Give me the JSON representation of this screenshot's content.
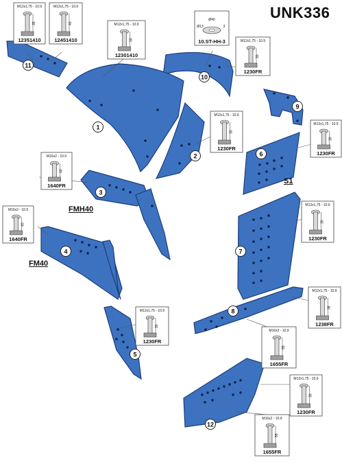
{
  "title": "UNK336",
  "codes": {
    "fmh40": "FMH40",
    "fm40": "FM40",
    "s1": "S1"
  },
  "colors": {
    "part_fill": "#3d72c0",
    "part_edge": "#1b3d78",
    "hole": "#0d1f44",
    "badge_stroke": "#222222",
    "box_stroke": "#444444"
  },
  "bolts": [
    {
      "id": "b1",
      "size": "M12x1,75 - 10.9",
      "length": "35",
      "part": "12351410"
    },
    {
      "id": "b2",
      "size": "M12x1,75 - 10.9",
      "length": "40",
      "part": "12451410"
    },
    {
      "id": "b3",
      "size": "M12x1,75 - 10.9",
      "length": "30",
      "part": "12301410"
    },
    {
      "id": "b4",
      "size": "M12x1,75 - 10.9",
      "length": "30",
      "part": "1230FR"
    },
    {
      "id": "b5",
      "size": "M12x1,75 - 10.9",
      "length": "30",
      "part": "1230FR"
    },
    {
      "id": "b6",
      "size": "M12x1,75 - 10.9",
      "length": "30",
      "part": "1230FR"
    },
    {
      "id": "b7",
      "size": "M16x2 - 10.9",
      "length": "40",
      "part": "1640FR"
    },
    {
      "id": "b8",
      "size": "M16x2 - 10.9",
      "length": "40",
      "part": "1640FR"
    },
    {
      "id": "b9",
      "size": "M12x1,75 - 10.9",
      "length": "30",
      "part": "1230FR"
    },
    {
      "id": "b10",
      "size": "M12x1,75 - 10.9",
      "length": "38",
      "part": "1238FR"
    },
    {
      "id": "b11",
      "size": "M16x2 - 10.9",
      "length": "55",
      "part": "1655FR"
    },
    {
      "id": "b12",
      "size": "M12x1,75 - 10.9",
      "length": "30",
      "part": "1230FR"
    },
    {
      "id": "b13",
      "size": "M12x1,75 - 10.9",
      "length": "30",
      "part": "1230FR"
    },
    {
      "id": "b14",
      "size": "M16x2 - 10.9",
      "length": "55",
      "part": "1655FR"
    }
  ],
  "washer": {
    "outer": "Ø40",
    "inner": "Ø13",
    "thickness": "3",
    "part": "10.ST-HH-3"
  },
  "badges": [
    "1",
    "2",
    "3",
    "4",
    "5",
    "6",
    "7",
    "8",
    "9",
    "10",
    "11",
    "12"
  ]
}
